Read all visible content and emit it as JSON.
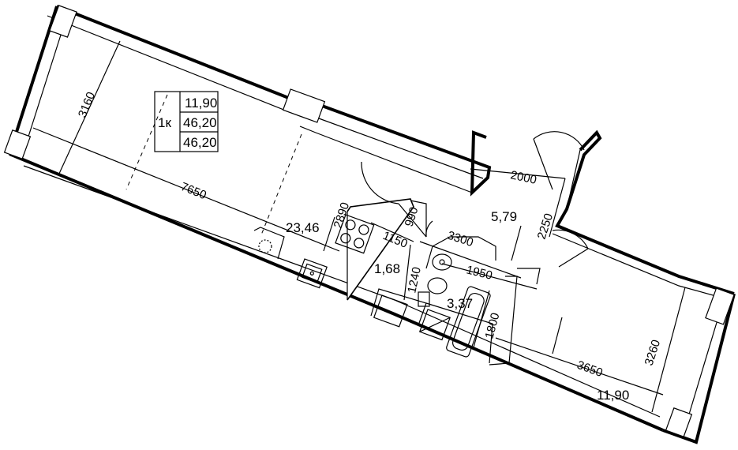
{
  "summary": {
    "rooms_label": "1к",
    "living_area": "11,90",
    "total_area": "46,20",
    "total_area_2": "46,20"
  },
  "areas": {
    "kitchen_living": "23,46",
    "hall": "5,79",
    "wc": "1,68",
    "bath": "3,37",
    "bedroom": "11,90"
  },
  "dims": {
    "d3160": "3160",
    "d7650": "7650",
    "d2890": "2890",
    "d990": "990",
    "d1150": "1150",
    "d3300": "3300",
    "d2000": "2000",
    "d2250": "2250",
    "d1240": "1240",
    "d1950": "1950",
    "d1800": "1800",
    "d3650": "3650",
    "d3260": "3260"
  }
}
